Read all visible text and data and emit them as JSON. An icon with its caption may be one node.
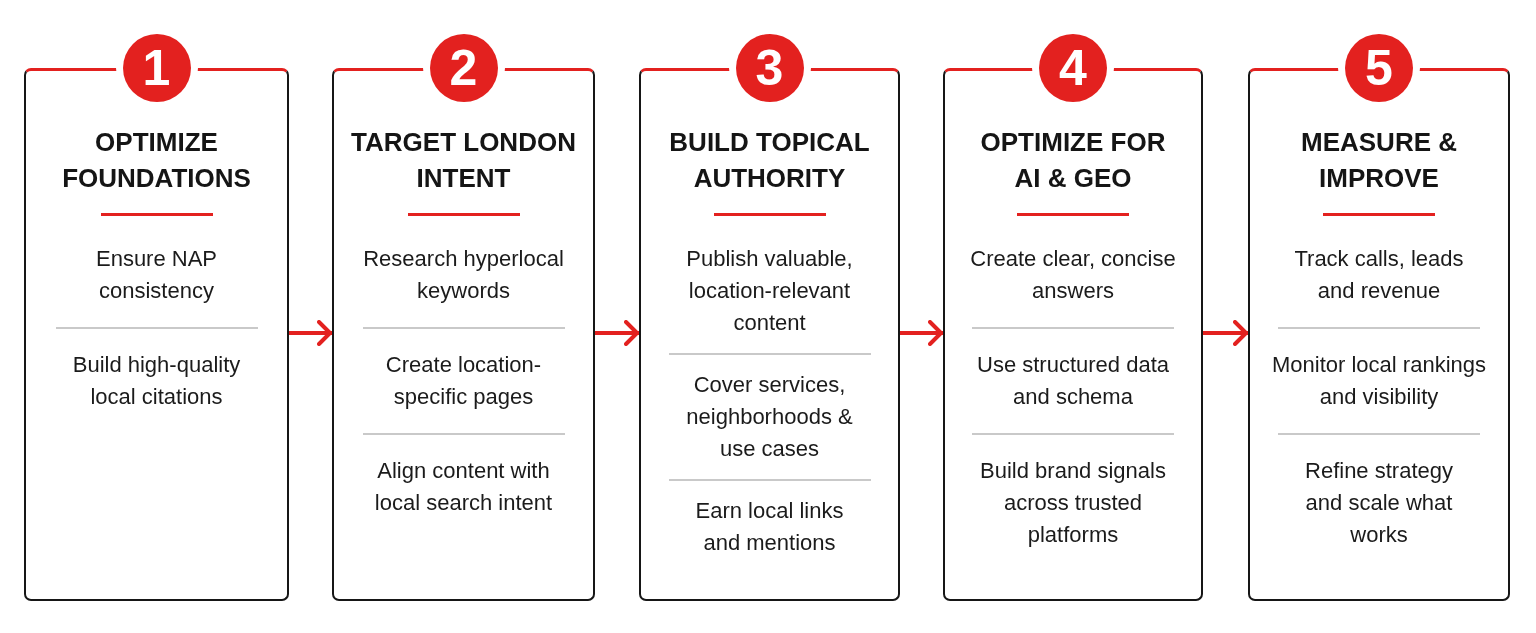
{
  "diagram": {
    "nodes": [
      {
        "text": [
          "1"
        ]
      },
      {
        "text": [
          "OPTIMIZE FOUNDATIONS",
          "Ensure NAP consistency",
          "Build high-quality local citations"
        ]
      },
      {
        "text": [
          "2"
        ]
      },
      {
        "text": [
          "TARGET LONDON INTENT",
          "Research hyperlocal keywords",
          "Create location-specific pages",
          "Align content with local search intent"
        ]
      },
      {
        "text": [
          "3"
        ]
      },
      {
        "text": [
          "BUILD TOPICAL AUTHORITY",
          "Publish valuable, location-relevant content",
          "Cover services, neighborhoods & use cases",
          "Earn local links and mentions"
        ]
      },
      {
        "text": [
          "4"
        ]
      },
      {
        "text": [
          "OPTIMIZE FOR AI & GEO",
          "Create clear, concise answers",
          "Use structured data and schema",
          "Build brand signals across trusted platforms"
        ]
      },
      {
        "text": [
          "5"
        ]
      },
      {
        "text": [
          "MEASURE & IMPROVE",
          "Track calls, leads and revenue",
          "Monitor local rankings and visibility",
          "Refine strategy and scale what works"
        ]
      }
    ],
    "edges": [
      {
        "from": 1,
        "to": 3,
        "arrow": "to"
      },
      {
        "from": 3,
        "to": 5,
        "arrow": "to"
      },
      {
        "from": 5,
        "to": 7,
        "arrow": "to"
      },
      {
        "from": 7,
        "to": 9,
        "arrow": "to"
      }
    ]
  }
}
